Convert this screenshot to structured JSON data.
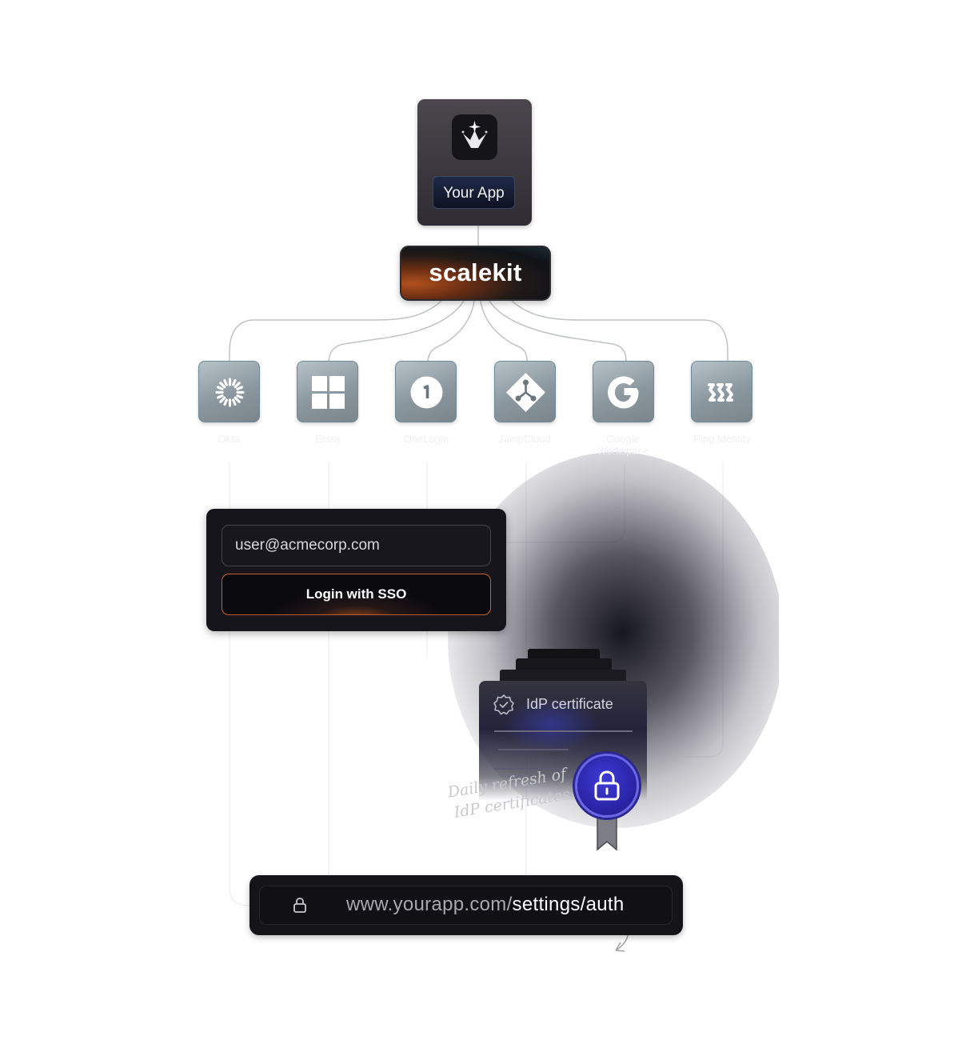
{
  "app": {
    "label": "Your App",
    "logo_icon": "crown-star-icon"
  },
  "hub": {
    "label": "scalekit"
  },
  "identity_providers": [
    {
      "icon": "okta-icon",
      "name": "Okta"
    },
    {
      "icon": "windows-icon",
      "name": "Entra"
    },
    {
      "icon": "onelogin-icon",
      "name": "OneLogin"
    },
    {
      "icon": "jumpcloud-icon",
      "name": "JumpCloud"
    },
    {
      "icon": "google-icon",
      "name": "Google Workspace"
    },
    {
      "icon": "ping-icon",
      "name": "Ping Identity"
    }
  ],
  "login": {
    "email_value": "user@acmecorp.com",
    "sso_button_label": "Login with SSO"
  },
  "certificate": {
    "title": "IdP certificate",
    "verified_icon": "badge-check-icon",
    "seal_icon": "lock-icon",
    "note": [
      "Daily refresh of",
      "IdP certificates"
    ]
  },
  "url_bar": {
    "lock_icon": "lock-icon",
    "base": "www.yourapp.com/",
    "path": "settings/auth"
  },
  "colors": {
    "accent_orange": "#c45f28",
    "seal_blue": "#2b25a8",
    "dark_surface": "#16151b"
  }
}
